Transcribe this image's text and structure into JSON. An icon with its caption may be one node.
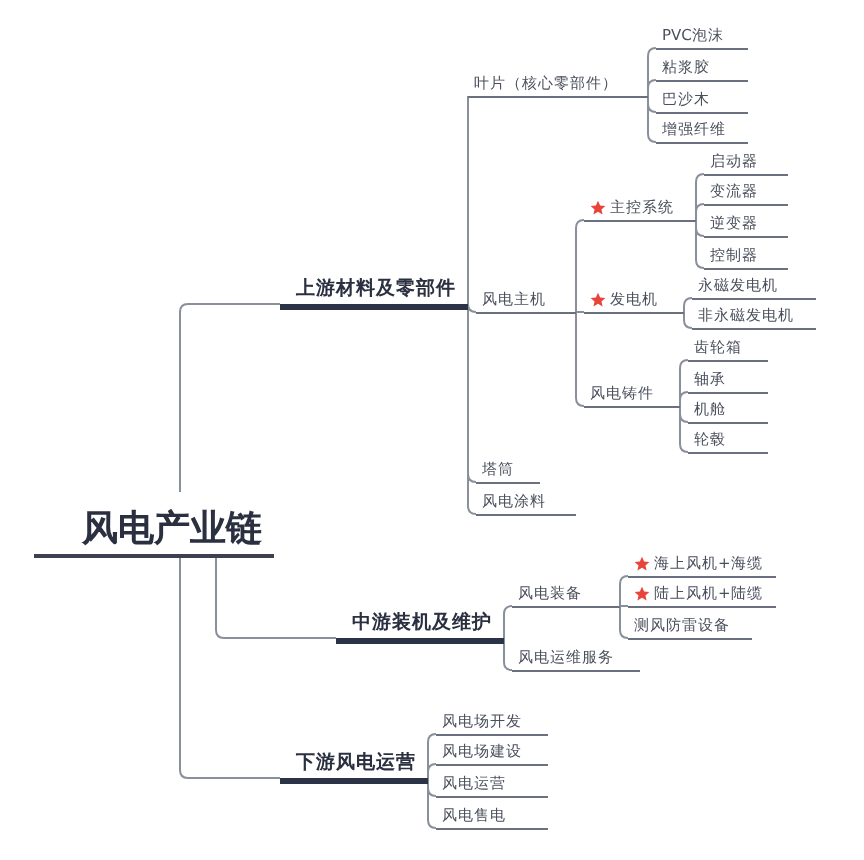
{
  "diagram": {
    "nodes": [
      {
        "text": [
          "风电产业链"
        ]
      },
      {
        "text": [
          "上游材料及零部件"
        ]
      },
      {
        "text": [
          "叶片（核心零部件）"
        ]
      },
      {
        "text": [
          "PVC泡沫"
        ]
      },
      {
        "text": [
          "粘浆胶"
        ]
      },
      {
        "text": [
          "巴沙木"
        ]
      },
      {
        "text": [
          "增强纤维"
        ]
      },
      {
        "text": [
          "风电主机"
        ]
      },
      {
        "text": [
          "主控系统"
        ]
      },
      {
        "text": [
          "启动器"
        ]
      },
      {
        "text": [
          "变流器"
        ]
      },
      {
        "text": [
          "逆变器"
        ]
      },
      {
        "text": [
          "控制器"
        ]
      },
      {
        "text": [
          "发电机"
        ]
      },
      {
        "text": [
          "永磁发电机"
        ]
      },
      {
        "text": [
          "非永磁发电机"
        ]
      },
      {
        "text": [
          "风电铸件"
        ]
      },
      {
        "text": [
          "齿轮箱"
        ]
      },
      {
        "text": [
          "轴承"
        ]
      },
      {
        "text": [
          "机舱"
        ]
      },
      {
        "text": [
          "轮毂"
        ]
      },
      {
        "text": [
          "塔筒"
        ]
      },
      {
        "text": [
          "风电涂料"
        ]
      },
      {
        "text": [
          "中游装机及维护"
        ]
      },
      {
        "text": [
          "风电装备"
        ]
      },
      {
        "text": [
          "海上风机+海缆"
        ]
      },
      {
        "text": [
          "陆上风机+陆缆"
        ]
      },
      {
        "text": [
          "测风防雷设备"
        ]
      },
      {
        "text": [
          "风电运维服务"
        ]
      },
      {
        "text": [
          "下游风电运营"
        ]
      },
      {
        "text": [
          "风电场开发"
        ]
      },
      {
        "text": [
          "风电场建设"
        ]
      },
      {
        "text": [
          "风电运营"
        ]
      },
      {
        "text": [
          "风电售电"
        ]
      }
    ],
    "edges": [
      {
        "from": 0,
        "to": 1,
        "arrow": "none"
      },
      {
        "from": 0,
        "to": 23,
        "arrow": "none"
      },
      {
        "from": 0,
        "to": 29,
        "arrow": "none"
      },
      {
        "from": 1,
        "to": 2,
        "arrow": "none"
      },
      {
        "from": 1,
        "to": 7,
        "arrow": "none"
      },
      {
        "from": 1,
        "to": 21,
        "arrow": "none"
      },
      {
        "from": 1,
        "to": 22,
        "arrow": "none"
      },
      {
        "from": 2,
        "to": 3,
        "arrow": "none"
      },
      {
        "from": 2,
        "to": 4,
        "arrow": "none"
      },
      {
        "from": 2,
        "to": 5,
        "arrow": "none"
      },
      {
        "from": 2,
        "to": 6,
        "arrow": "none"
      },
      {
        "from": 7,
        "to": 8,
        "arrow": "none"
      },
      {
        "from": 7,
        "to": 13,
        "arrow": "none"
      },
      {
        "from": 7,
        "to": 16,
        "arrow": "none"
      },
      {
        "from": 8,
        "to": 9,
        "arrow": "none"
      },
      {
        "from": 8,
        "to": 10,
        "arrow": "none"
      },
      {
        "from": 8,
        "to": 11,
        "arrow": "none"
      },
      {
        "from": 8,
        "to": 12,
        "arrow": "none"
      },
      {
        "from": 13,
        "to": 14,
        "arrow": "none"
      },
      {
        "from": 13,
        "to": 15,
        "arrow": "none"
      },
      {
        "from": 16,
        "to": 17,
        "arrow": "none"
      },
      {
        "from": 16,
        "to": 18,
        "arrow": "none"
      },
      {
        "from": 16,
        "to": 19,
        "arrow": "none"
      },
      {
        "from": 16,
        "to": 20,
        "arrow": "none"
      },
      {
        "from": 23,
        "to": 24,
        "arrow": "none"
      },
      {
        "from": 23,
        "to": 28,
        "arrow": "none"
      },
      {
        "from": 24,
        "to": 25,
        "arrow": "none"
      },
      {
        "from": 24,
        "to": 26,
        "arrow": "none"
      },
      {
        "from": 24,
        "to": 27,
        "arrow": "none"
      },
      {
        "from": 29,
        "to": 30,
        "arrow": "none"
      },
      {
        "from": 29,
        "to": 31,
        "arrow": "none"
      },
      {
        "from": 29,
        "to": 32,
        "arrow": "none"
      },
      {
        "from": 29,
        "to": 33,
        "arrow": "none"
      }
    ]
  }
}
